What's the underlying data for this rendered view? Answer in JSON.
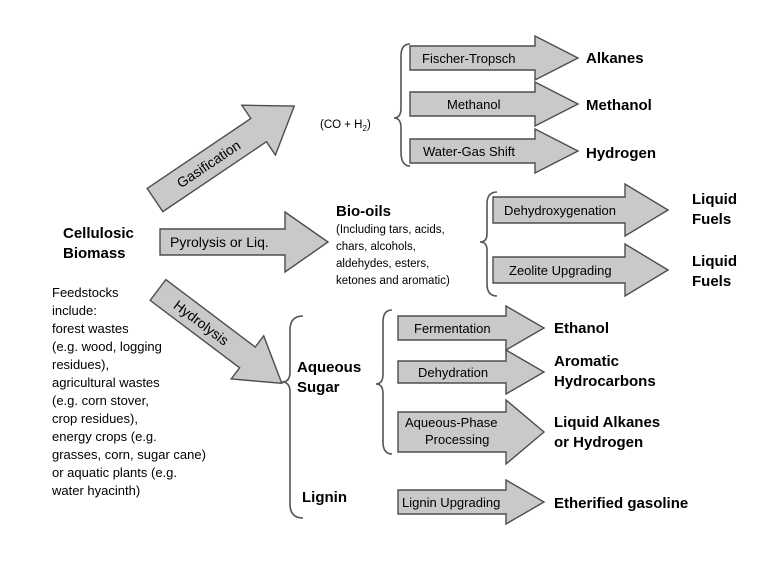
{
  "source_node": {
    "line1": "Cellulosic",
    "line2": "Biomass"
  },
  "feedstocks_note": [
    "Feedstocks",
    "include:",
    "forest wastes",
    "(e.g. wood, logging",
    "residues),",
    "agricultural wastes",
    "(e.g. corn stover,",
    "crop residues),",
    "energy crops (e.g.",
    "grasses, corn, sugar cane)",
    "or aquatic plants (e.g.",
    "water hyacinth)"
  ],
  "routes": {
    "gasification": "Gasification",
    "pyrolysis": "Pyrolysis or Liq.",
    "hydrolysis": "Hydrolysis"
  },
  "syngas": {
    "label": "(CO + H",
    "sub": "2",
    "close": ")"
  },
  "gasification_products": [
    {
      "process": "Fischer-Tropsch",
      "product": "Alkanes"
    },
    {
      "process": "Methanol",
      "product": "Methanol"
    },
    {
      "process": "Water-Gas Shift",
      "product": "Hydrogen"
    }
  ],
  "biooils": {
    "title": "Bio-oils",
    "details": [
      "(Including tars, acids,",
      "chars, alcohols,",
      "aldehydes, esters,",
      "ketones and aromatic)"
    ]
  },
  "biooil_products": [
    {
      "process": "Dehydroxygenation",
      "product_line1": "Liquid",
      "product_line2": "Fuels"
    },
    {
      "process": "Zeolite Upgrading",
      "product_line1": "Liquid",
      "product_line2": "Fuels"
    }
  ],
  "aqueous_sugar": {
    "line1": "Aqueous",
    "line2": "Sugar"
  },
  "sugar_products": [
    {
      "process_line1": "Fermentation",
      "process_line2": "",
      "product_line1": "Ethanol",
      "product_line2": ""
    },
    {
      "process_line1": "Dehydration",
      "process_line2": "",
      "product_line1": "Aromatic",
      "product_line2": "Hydrocarbons"
    },
    {
      "process_line1": "Aqueous-Phase",
      "process_line2": "Processing",
      "product_line1": "Liquid Alkanes",
      "product_line2": "or Hydrogen"
    }
  ],
  "lignin": {
    "title": "Lignin",
    "process": "Lignin Upgrading",
    "product": "Etherified gasoline"
  }
}
